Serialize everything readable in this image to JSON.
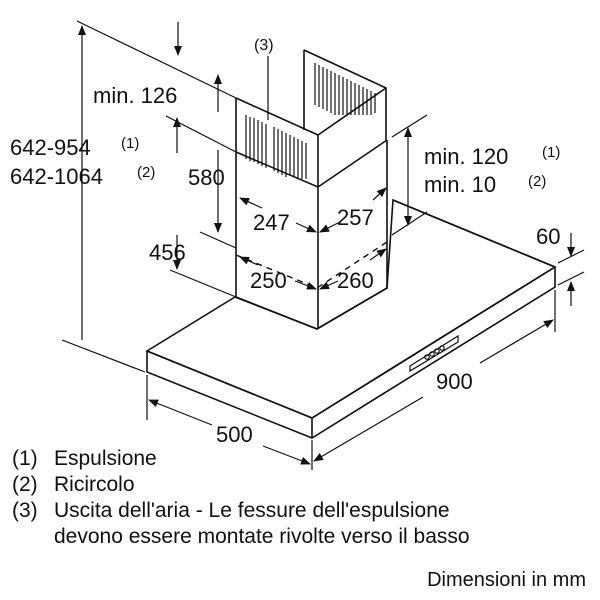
{
  "dimensions": {
    "total_height_1": "642-954",
    "total_height_1_note": "(1)",
    "total_height_2": "642-1064",
    "total_height_2_note": "(2)",
    "min_top": "min. 126",
    "upper_chimney": "580",
    "lower_chimney": "456",
    "upper_width": "247",
    "upper_depth": "257",
    "lower_width": "250",
    "lower_depth": "260",
    "min_gap_1": "min. 120",
    "min_gap_1_note": "(1)",
    "min_gap_2": "min. 10",
    "min_gap_2_note": "(2)",
    "hood_thickness": "60",
    "hood_width": "900",
    "hood_depth": "500",
    "outlet_callout": "(3)"
  },
  "legend": [
    {
      "num": "(1)",
      "text": "Espulsione"
    },
    {
      "num": "(2)",
      "text": "Ricircolo"
    },
    {
      "num": "(3)",
      "text": "Uscita dell'aria - Le fessure dell'espulsione"
    },
    {
      "num": "",
      "text": "devono essere montate rivolte verso il basso"
    }
  ],
  "units": "Dimensioni in mm"
}
